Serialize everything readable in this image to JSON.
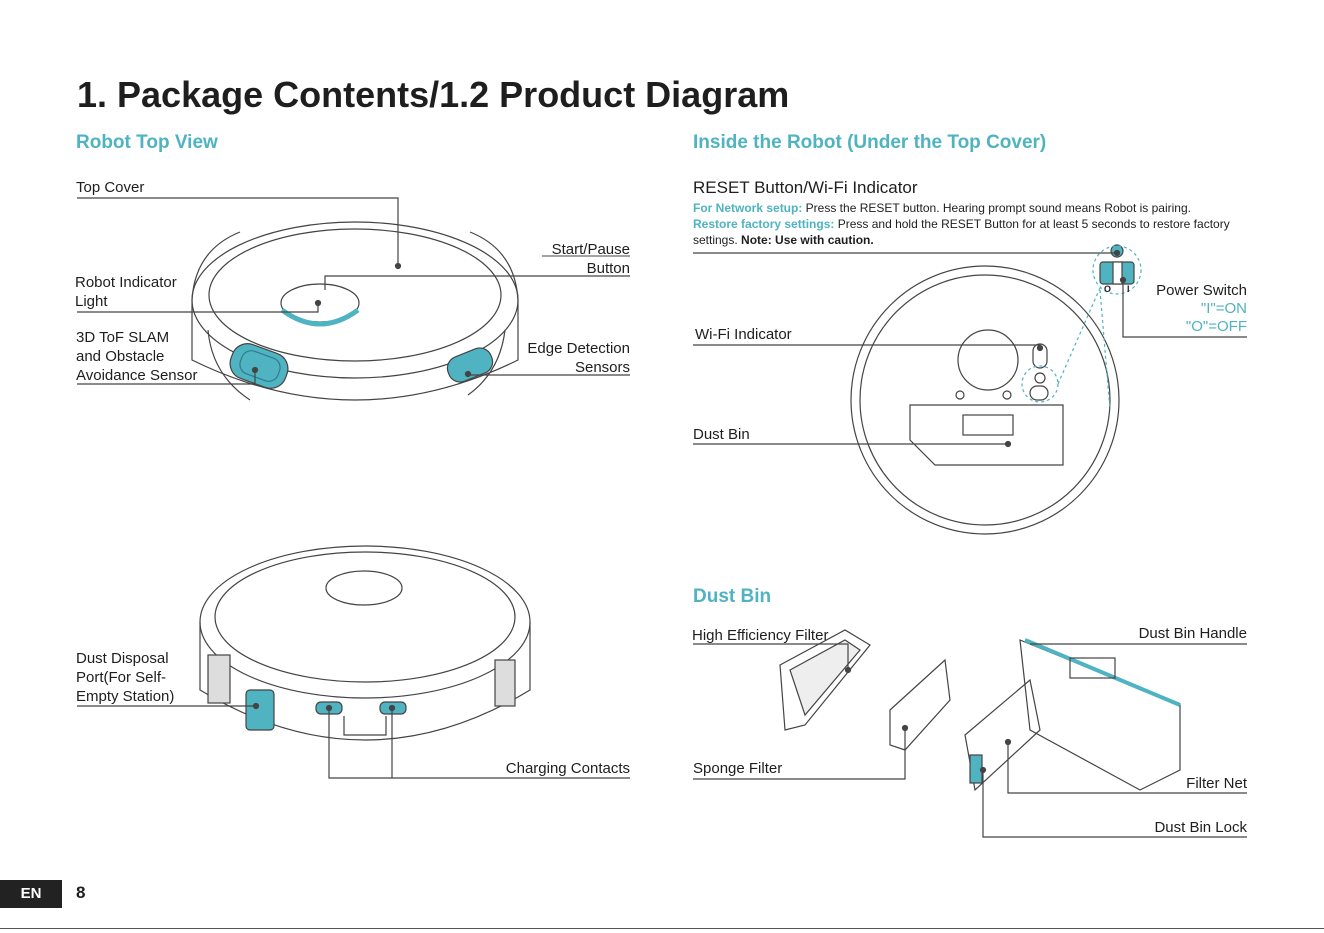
{
  "page": {
    "title": "1. Package Contents/1.2 Product Diagram",
    "language_tab": "EN",
    "page_number": "8"
  },
  "sections": {
    "robot_top_view": "Robot Top View",
    "inside_robot": "Inside the Robot (Under the Top Cover)",
    "dust_bin": "Dust Bin"
  },
  "labels": {
    "top_cover": "Top Cover",
    "robot_indicator_light": [
      "Robot Indicator",
      "Light"
    ],
    "start_pause_button": [
      "Start/Pause",
      "Button"
    ],
    "tof_sensor": [
      "3D ToF SLAM",
      "and Obstacle",
      "Avoidance Sensor"
    ],
    "edge_detection": [
      "Edge Detection",
      "Sensors"
    ],
    "dust_disposal_port": [
      "Dust Disposal",
      "Port(For Self-",
      "Empty Station)"
    ],
    "charging_contacts": "Charging Contacts",
    "reset_wifi": "RESET Button/Wi-Fi Indicator",
    "network_setup_key": "For Network setup:",
    "network_setup_text": " Press the RESET button. Hearing prompt sound means Robot is pairing.",
    "restore_key": "Restore factory settings:",
    "restore_text": " Press and hold the RESET Button for at least 5 seconds to restore factory settings. ",
    "caution": "Note: Use with caution.",
    "power_switch": "Power Switch",
    "power_on": "\"I\"=ON",
    "power_off": "\"O\"=OFF",
    "switch_on_mark": "I",
    "switch_off_mark": "O",
    "wifi_indicator": "Wi-Fi Indicator",
    "dust_bin_inside": "Dust Bin",
    "high_efficiency_filter": "High Efficiency Filter",
    "sponge_filter": "Sponge Filter",
    "dust_bin_handle": "Dust Bin Handle",
    "filter_net": "Filter Net",
    "dust_bin_lock": "Dust Bin Lock"
  },
  "colors": {
    "accent": "#4fb3c1",
    "text": "#1e1e1e",
    "line": "#444444"
  }
}
